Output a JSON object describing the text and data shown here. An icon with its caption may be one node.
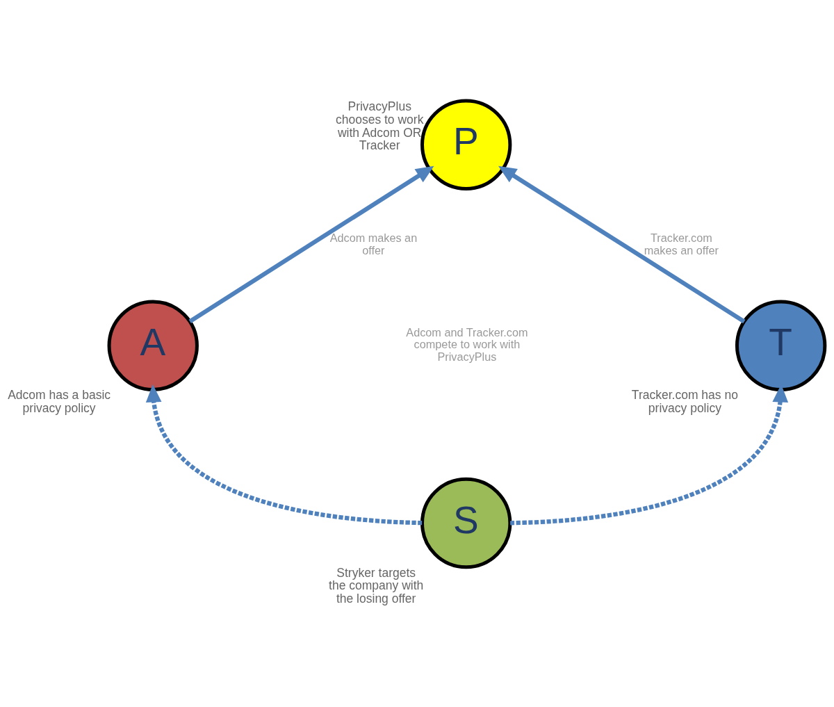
{
  "diagram": {
    "nodes": [
      {
        "text": [
          "P"
        ],
        "beside": [
          "PrivacyPlus chooses to work with Adcom OR Tracker"
        ]
      },
      {
        "text": [
          "A"
        ],
        "beside": [
          "Adcom has a basic privacy policy"
        ]
      },
      {
        "text": [
          "T"
        ],
        "beside": [
          "Tracker.com has no privacy policy"
        ]
      },
      {
        "text": [
          "S"
        ],
        "beside": [
          "Stryker targets the company with the losing offer"
        ]
      }
    ],
    "edges": [
      {
        "from": 1,
        "to": 0,
        "arrow": "to",
        "label": "Adcom makes an offer"
      },
      {
        "from": 2,
        "to": 0,
        "arrow": "to",
        "label": "Tracker.com makes an offer"
      },
      {
        "from": 3,
        "to": 1,
        "arrow": "to",
        "style": "dashed"
      },
      {
        "from": 3,
        "to": 2,
        "arrow": "to",
        "style": "dashed"
      }
    ],
    "labels": [
      "Adcom and Tracker.com compete to work with PrivacyPlus"
    ]
  }
}
